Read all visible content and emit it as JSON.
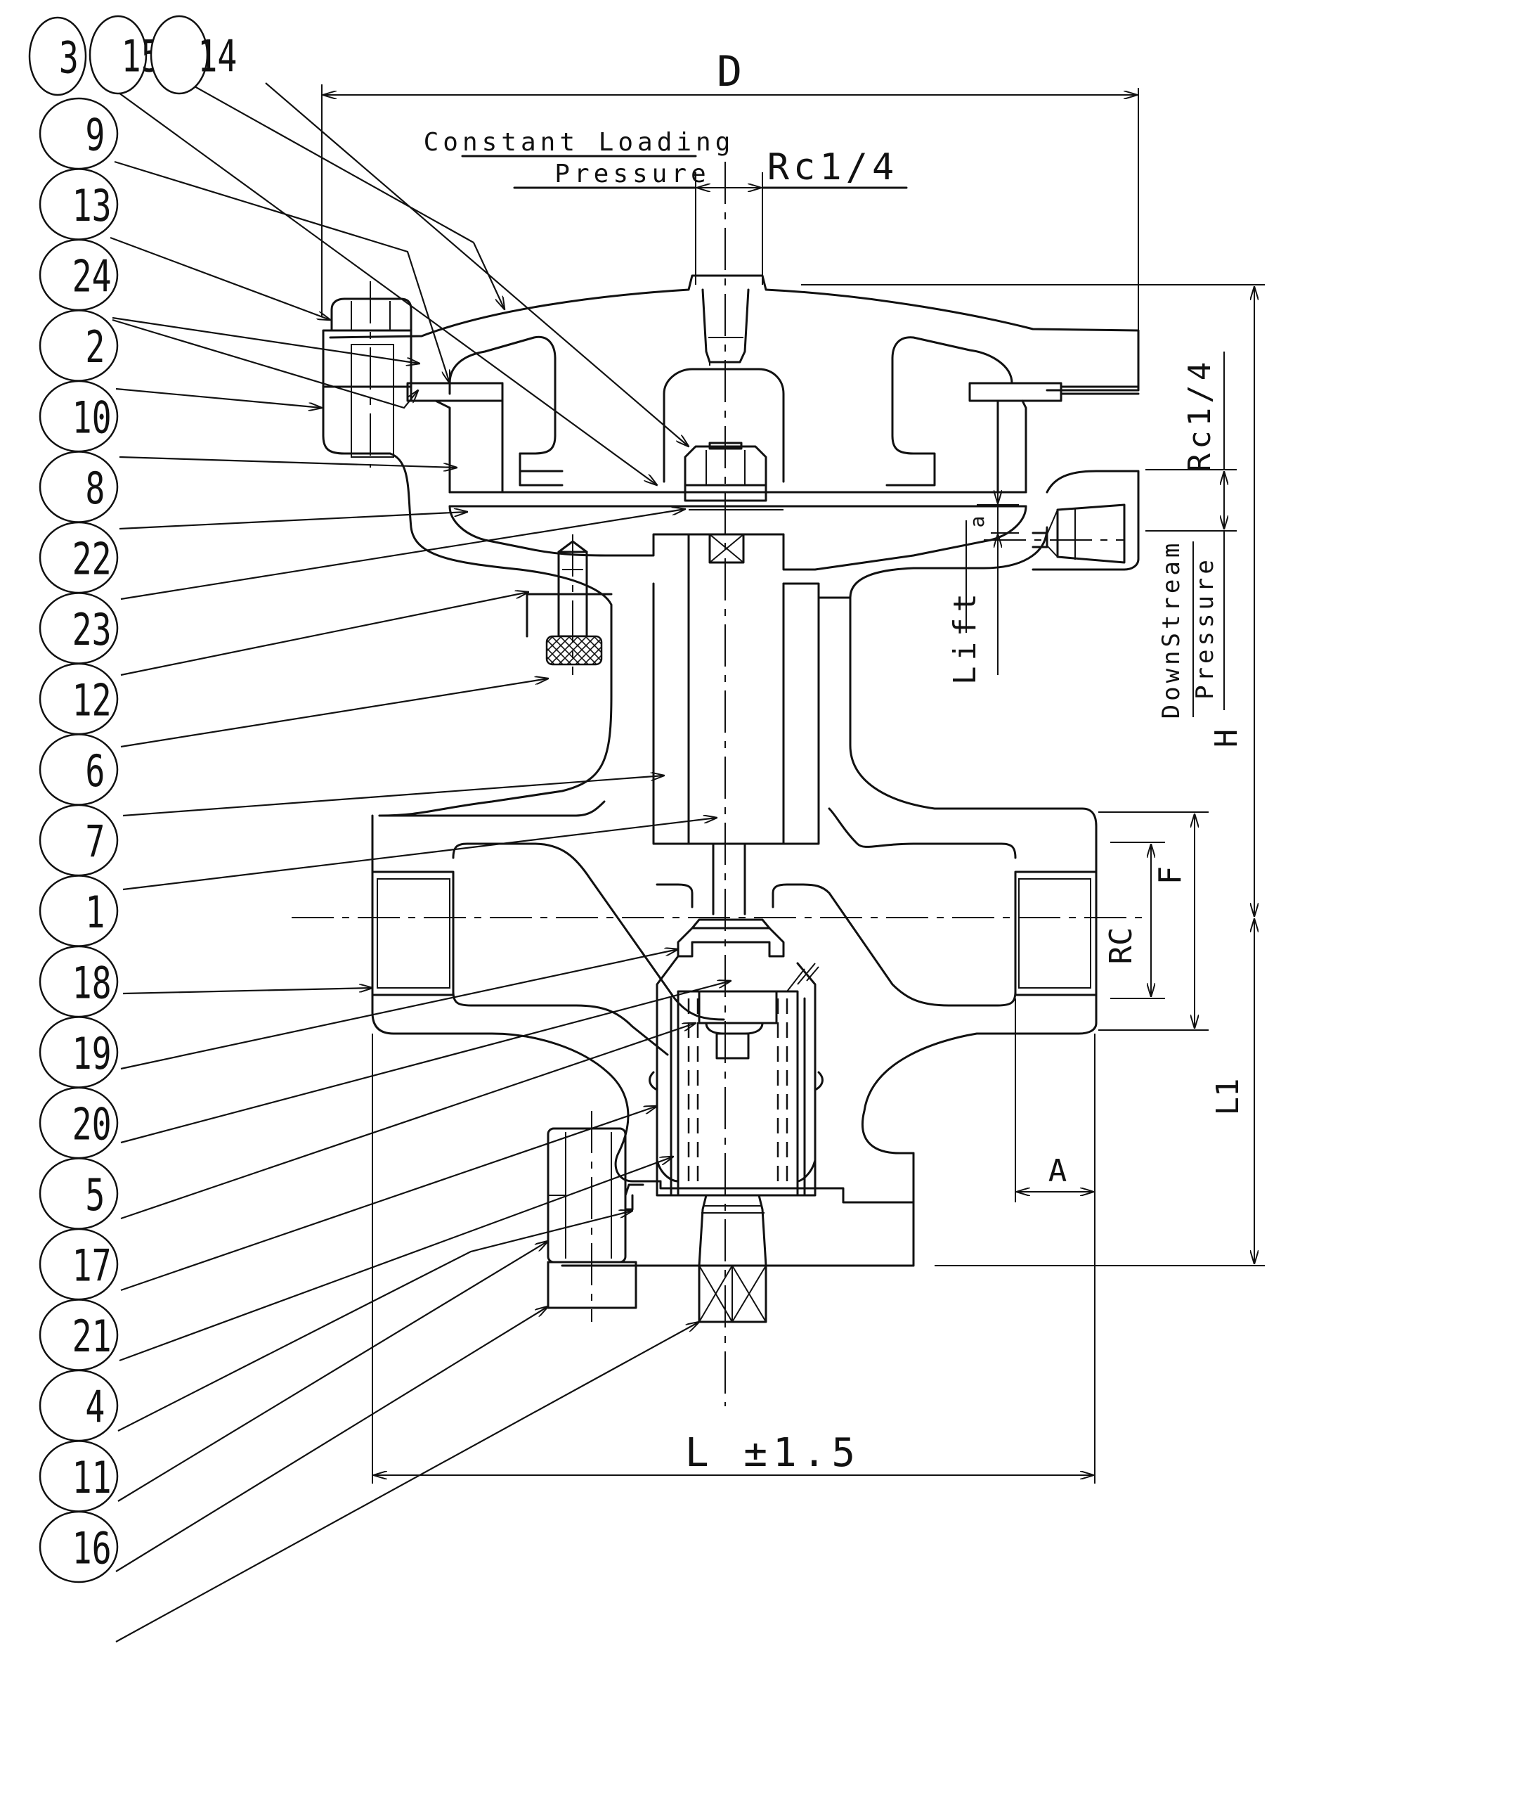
{
  "drawing": {
    "type": "valve cross-section",
    "colors": {
      "line": "#111111",
      "background": "#ffffff"
    }
  },
  "callouts": {
    "top_row": [
      "3",
      "15",
      "14"
    ],
    "left_column": [
      "9",
      "13",
      "24",
      "2",
      "10",
      "8",
      "22",
      "23",
      "12",
      "6",
      "7",
      "1",
      "18",
      "19",
      "20",
      "5",
      "17",
      "21",
      "4",
      "11",
      "16"
    ]
  },
  "dimensions": {
    "d": "D",
    "h": "H",
    "l": "L ±1.5",
    "l1": "L1",
    "a": "A",
    "f": "F",
    "rc": "RC",
    "lift": "Lift",
    "a_small": "a"
  },
  "ports": {
    "constant_loading_line1": "Constant Loading",
    "constant_loading_line2": "Pressure",
    "constant_loading_thread": "Rc1/4",
    "downstream_line1": "DownStream",
    "downstream_line2": "Pressure",
    "downstream_thread": "Rc1/4"
  }
}
